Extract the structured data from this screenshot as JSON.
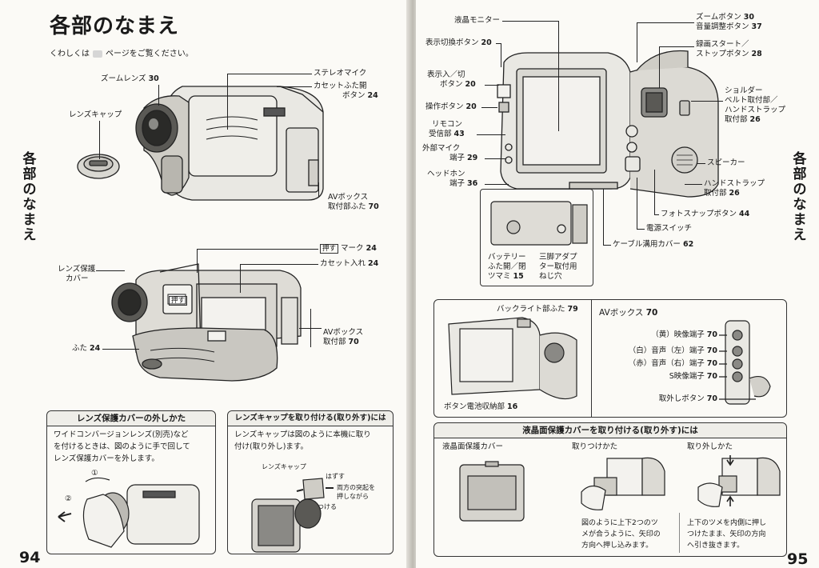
{
  "left": {
    "title": "各部のなまえ",
    "subtitle_prefix": "くわしくは",
    "subtitle_suffix": "ページをご覧ください。",
    "sidebar": "各部のなまえ",
    "page_number": "94",
    "labels1": {
      "zoom_lens": "ズームレンズ",
      "zoom_lens_n": "30",
      "lens_cap": "レンズキャップ",
      "stereo_mic": "ステレオマイク",
      "cassette_open_1": "カセットふた開",
      "cassette_open_2": "ボタン",
      "cassette_open_n": "24",
      "av_cover_1": "AVボックス",
      "av_cover_2": "取付部ふた",
      "av_cover_n": "70"
    },
    "labels2": {
      "lens_cover_1": "レンズ保護",
      "lens_cover_2": "カバー",
      "push_badge": "押す",
      "push_mark": "マーク",
      "push_mark_n": "24",
      "cassette_in": "カセット入れ",
      "cassette_in_n": "24",
      "av_mount_1": "AVボックス",
      "av_mount_2": "取付部",
      "av_mount_n": "70",
      "lid": "ふた",
      "lid_n": "24",
      "push_on_lid": "押す"
    },
    "box1": {
      "title": "レンズ保護カバーの外しかた",
      "lines": [
        "ワイドコンバージョンレンズ(別売)など",
        "を付けるときは、図のように手で回して",
        "レンズ保護カバーを外します。"
      ]
    },
    "box2": {
      "title": "レンズキャップを取り付ける(取り外す)には",
      "lines": [
        "レンズキャップは図のように本機に取り",
        "付け(取り外し)ます。"
      ],
      "cap": "レンズキャップ",
      "remove": "はずす",
      "press_1": "両方の突起を",
      "press_2": "押しながら",
      "attach": "つける",
      "step1": "①",
      "step2": "②"
    }
  },
  "right": {
    "sidebar": "各部のなまえ",
    "page_number": "95",
    "labels": {
      "lcd": "液晶モニター",
      "display_btn": "表示切換ボタン",
      "display_btn_n": "20",
      "disp_onoff_1": "表示入／切",
      "disp_onoff_2": "ボタン",
      "disp_onoff_n": "20",
      "operation": "操作ボタン",
      "operation_n": "20",
      "remote_1": "リモコン",
      "remote_2": "受信部",
      "remote_n": "43",
      "ext_mic_1": "外部マイク",
      "ext_mic_2": "端子",
      "ext_mic_n": "29",
      "headphone_1": "ヘッドホン",
      "headphone_2": "端子",
      "headphone_n": "36",
      "zoom_btn": "ズームボタン",
      "zoom_btn_n": "30",
      "volume_btn": "音量調整ボタン",
      "volume_btn_n": "37",
      "rec_1": "録画スタート／",
      "rec_2": "ストップボタン",
      "rec_n": "28",
      "shoulder_1": "ショルダー",
      "shoulder_2": "ベルト取付部／",
      "shoulder_3": "ハンドストラップ",
      "shoulder_4": "取付部",
      "shoulder_n": "26",
      "speaker": "スピーカー",
      "hand_strap_1": "ハンドストラップ",
      "hand_strap_2": "取付部",
      "hand_strap_n": "26",
      "photo_btn": "フォトスナップボタン",
      "photo_btn_n": "44",
      "power": "電源スイッチ",
      "cable_cover": "ケーブル溝用カバー",
      "cable_cover_n": "62",
      "battery_1": "バッテリー",
      "battery_2": "ふた開／閉",
      "battery_3": "ツマミ",
      "battery_n": "15",
      "tripod_1": "三脚アダプ",
      "tripod_2": "ター取付用",
      "tripod_3": "ねじ穴"
    },
    "backlight_box": {
      "backlight": "バックライト部ふた",
      "backlight_n": "79",
      "battery_compartment": "ボタン電池収納部",
      "battery_compartment_n": "16"
    },
    "av_box": {
      "title": "AVボックス",
      "title_n": "70",
      "video": "（黄）映像端子",
      "video_n": "70",
      "audio_l": "（白）音声（左）端子",
      "audio_l_n": "70",
      "audio_r": "（赤）音声（右）端子",
      "audio_r_n": "70",
      "s_video": "S映像端子",
      "s_video_n": "70",
      "release": "取外しボタン",
      "release_n": "70"
    },
    "lcd_cover": {
      "title": "液晶面保護カバーを取り付ける(取り外す)には",
      "col1": "液晶面保護カバー",
      "col2": "取りつけかた",
      "col3": "取り外しかた",
      "col2_lines": [
        "図のように上下2つのツ",
        "メが合うように、矢印の",
        "方向へ押し込みます。"
      ],
      "col3_lines": [
        "上下のツメを内側に押し",
        "つけたまま、矢印の方向",
        "へ引き抜きます。"
      ]
    }
  }
}
